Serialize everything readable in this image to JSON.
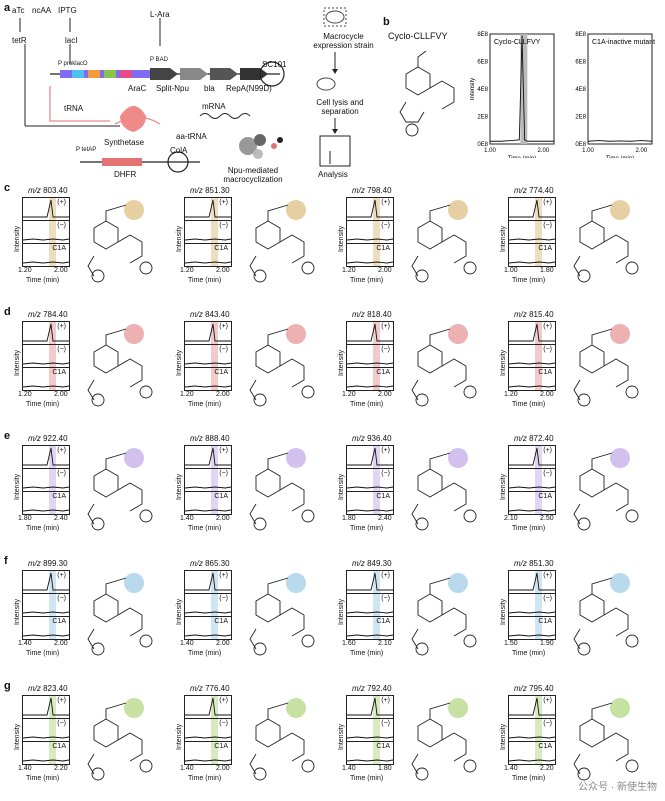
{
  "panels": {
    "a": {
      "letter": "a",
      "labels": {
        "atc": "aTc",
        "ncaa": "ncAA",
        "iptg": "IPTG",
        "lara": "L-Ara",
        "tetr": "tetR",
        "laci": "lacI",
        "p_proklaco": "P proklacO",
        "p_bad": "P BAD",
        "arac": "AraC",
        "splitnpu": "Split-Npu",
        "bla": "bla",
        "repa": "RepA(N99D)",
        "sc101": "SC101",
        "trna": "tRNA",
        "synthetase": "Synthetase",
        "aatrna": "aa-tRNA",
        "mrna": "mRNA",
        "p_tetap": "P tetAP",
        "cola": "ColA",
        "dhfr": "DHFR",
        "npu": "Npu-mediated macrocyclization",
        "strain": "Macrocycle expression strain",
        "lysis": "Cell lysis and separation",
        "analysis": "Analysis"
      }
    },
    "b": {
      "letter": "b",
      "title": "Cyclo-CLLFVY",
      "chart_data": [
        {
          "type": "line",
          "title": "Cyclo-CLLFVY",
          "xlabel": "Time (min)",
          "ylabel": "Intensity",
          "x_ticks": [
            "1.00",
            "2.00"
          ],
          "y_ticks": [
            "0E8",
            "2E8",
            "4E8",
            "6E8",
            "8E8"
          ],
          "ylim": [
            0,
            8
          ],
          "x": [
            1.0,
            1.2,
            1.4,
            1.55,
            1.6,
            1.65,
            1.7,
            1.8,
            2.0,
            2.2
          ],
          "series": [
            {
              "values": [
                0.2,
                0.2,
                0.25,
                0.3,
                7.9,
                0.3,
                0.2,
                0.2,
                0.2,
                0.2
              ]
            }
          ]
        },
        {
          "type": "line",
          "title": "C1A-inactive mutant",
          "xlabel": "Time (min)",
          "ylabel": "",
          "x_ticks": [
            "1.00",
            "2.00"
          ],
          "y_ticks": [
            "0E8",
            "2E8",
            "4E8",
            "6E8",
            "8E8"
          ],
          "ylim": [
            0,
            8
          ],
          "x": [
            1.0,
            1.2,
            1.4,
            1.6,
            1.8,
            2.0,
            2.2
          ],
          "series": [
            {
              "values": [
                0.2,
                0.25,
                0.2,
                0.22,
                0.2,
                0.25,
                0.2
              ]
            }
          ]
        }
      ]
    },
    "rows": [
      {
        "letter": "c",
        "band": "#e0c38c",
        "xticks": [
          [
            "1.20",
            "2.00"
          ],
          [
            "1.20",
            "2.00"
          ],
          [
            "1.20",
            "2.00"
          ],
          [
            "1.00",
            "1.80"
          ]
        ],
        "mz": [
          "803.40",
          "851.30",
          "798.40",
          "774.40"
        ],
        "tags": [
          "(+)",
          "(−)",
          "C1A"
        ]
      },
      {
        "letter": "d",
        "band": "#e89e9e",
        "xticks": [
          [
            "1.20",
            "2.00"
          ],
          [
            "1.20",
            "2.00"
          ],
          [
            "1.20",
            "2.00"
          ],
          [
            "1.20",
            "2.00"
          ]
        ],
        "mz": [
          "784.40",
          "843.40",
          "818.40",
          "815.40"
        ],
        "tags": [
          "(+)",
          "(−)",
          "C1A"
        ]
      },
      {
        "letter": "e",
        "band": "#c7b2ea",
        "xticks": [
          [
            "1.80",
            "2.40"
          ],
          [
            "1.40",
            "2.00"
          ],
          [
            "1.80",
            "2.40"
          ],
          [
            "2.10",
            "2.50"
          ]
        ],
        "mz": [
          "922.40",
          "888.40",
          "936.40",
          "872.40"
        ],
        "tags": [
          "(+)",
          "(−)",
          "C1A"
        ]
      },
      {
        "letter": "f",
        "band": "#a7cfe9",
        "xticks": [
          [
            "1.40",
            "2.00"
          ],
          [
            "1.40",
            "2.00"
          ],
          [
            "1.60",
            "2.10"
          ],
          [
            "1.50",
            "1.90"
          ]
        ],
        "mz": [
          "899.30",
          "865.30",
          "849.30",
          "851.30"
        ],
        "tags": [
          "(+)",
          "(−)",
          "C1A"
        ]
      },
      {
        "letter": "g",
        "band": "#b8d98a",
        "xticks": [
          [
            "1.40",
            "2.20"
          ],
          [
            "1.40",
            "2.00"
          ],
          [
            "1.40",
            "1.80"
          ],
          [
            "1.40",
            "2.20"
          ]
        ],
        "mz": [
          "823.40",
          "776.40",
          "792.40",
          "795.40"
        ],
        "tags": [
          "(+)",
          "(−)",
          "C1A"
        ]
      }
    ],
    "common": {
      "ylabel": "Intensity",
      "xlabel": "Time (min)",
      "mz_prefix": "m/z"
    },
    "watermark": "公众号 · 新使生物"
  }
}
